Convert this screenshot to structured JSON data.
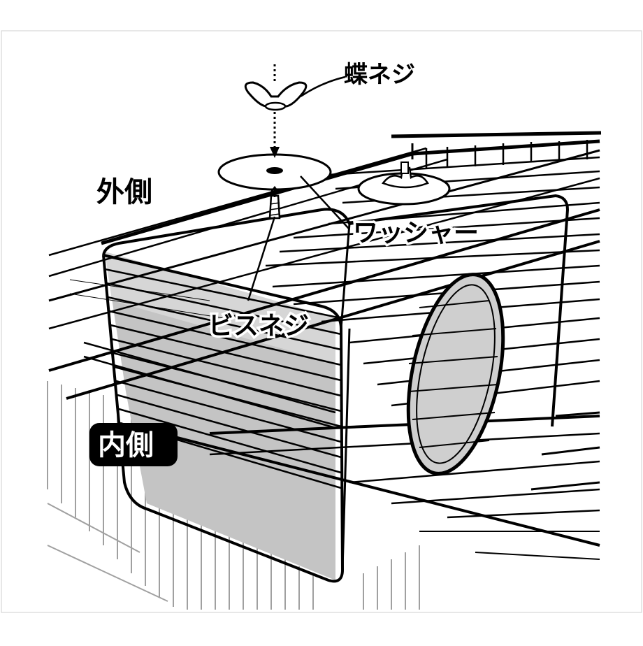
{
  "labels": {
    "wing_nut": "蝶ネジ",
    "outside": "外側",
    "washer": "ワッシャー",
    "screw": "ビスネジ",
    "inside": "内側"
  },
  "colors": {
    "line": "#000000",
    "floor_fill": "#bdbdbd",
    "floor_light": "#d8d8d8",
    "background": "#ffffff",
    "cage_grey": "#9a9a9a"
  }
}
